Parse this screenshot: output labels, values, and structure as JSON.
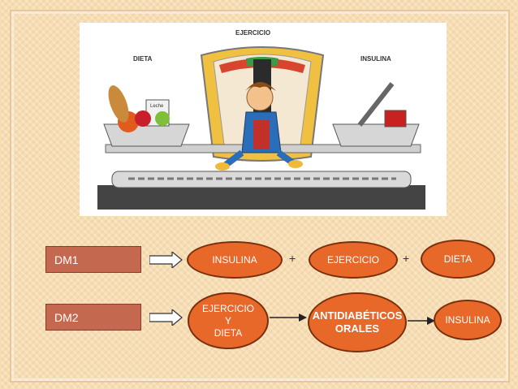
{
  "illustration": {
    "center_label": "EJERCICIO",
    "left_label": "DIETA",
    "right_label": "INSULINA",
    "carton_label": "Leche"
  },
  "row1": {
    "type": "DM1",
    "items": [
      "INSULINA",
      "EJERCICIO",
      "DIETA"
    ],
    "operators": [
      "+",
      "+"
    ]
  },
  "row2": {
    "type": "DM2",
    "item1_lines": [
      "EJERCICIO",
      "Y",
      "DIETA"
    ],
    "item2_lines": [
      "ANTIDIABÉTICOS",
      "ORALES"
    ],
    "item3": "INSULINA"
  },
  "colors": {
    "box": "#c4694f",
    "oval": "#e8682a",
    "oval_border": "#7a2f0c",
    "background": "#f6ddb3"
  }
}
